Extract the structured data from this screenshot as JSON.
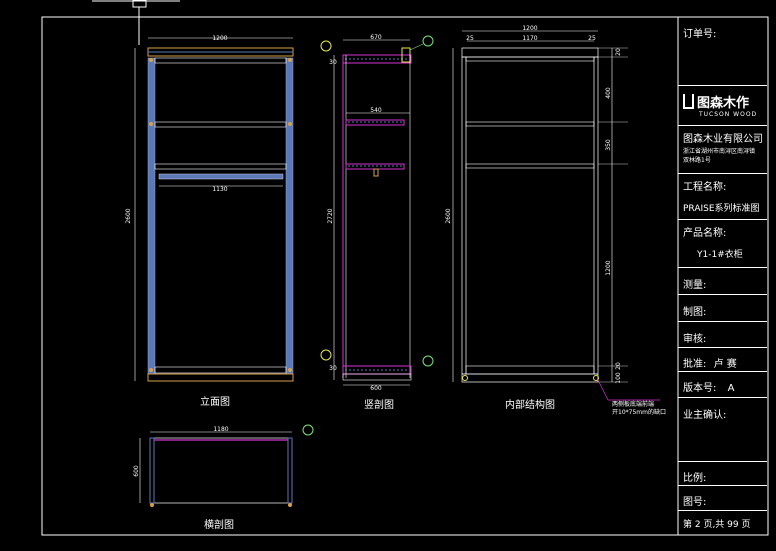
{
  "title_block": {
    "order_no": "订单号:",
    "logo_text": "图森木作",
    "logo_sub": "TUCSON WOOD",
    "company": "图森木业有限公司",
    "address": "浙江省湖州市南浔区南浔镇双林路1号",
    "project_label": "工程名称:",
    "project_value": "PRAISE系列标准图",
    "product_label": "产品名称:",
    "product_value": "Y1-1#衣柜",
    "survey": "测量:",
    "drawn": "制图:",
    "review": "审核:",
    "approve": "批准:",
    "approve_name": "卢  赛",
    "version_label": "版本号:",
    "version_value": "A",
    "owner_confirm": "业主确认:",
    "scale": "比例:",
    "drawing_no": "图号:",
    "page": "第 2 页,共 99 页"
  },
  "views": {
    "front": "立面图",
    "section": "竖剖图",
    "internal": "内部结构图",
    "plan": "横剖图"
  },
  "dims": {
    "front_width": "1200",
    "front_rail": "1130",
    "front_height": "2600",
    "section_top": "670",
    "section_mid": "540",
    "section_bottom": "600",
    "section_height": "2720",
    "section_top_small": "30",
    "section_bottom_small": "30",
    "internal_width": "1200",
    "internal_inner": "1170",
    "internal_left": "25",
    "internal_right": "25",
    "internal_height": "2600",
    "internal_seg1": "20",
    "internal_seg2": "400",
    "internal_seg3": "350",
    "internal_seg4": "1200",
    "internal_seg5": "20",
    "internal_seg6": "100",
    "plan_width": "1180",
    "plan_depth": "600"
  },
  "note": {
    "line1": "两侧板底端前端",
    "line2": "开10*75mm的缺口"
  },
  "colors": {
    "frame": "#ffffff",
    "panel_blue": "#5b78b8",
    "panel_orange": "#d9a04a",
    "magenta": "#d633d6",
    "yellow": "#e8e84a",
    "cyan": "#5ee0e0",
    "green": "#7fe07f"
  }
}
